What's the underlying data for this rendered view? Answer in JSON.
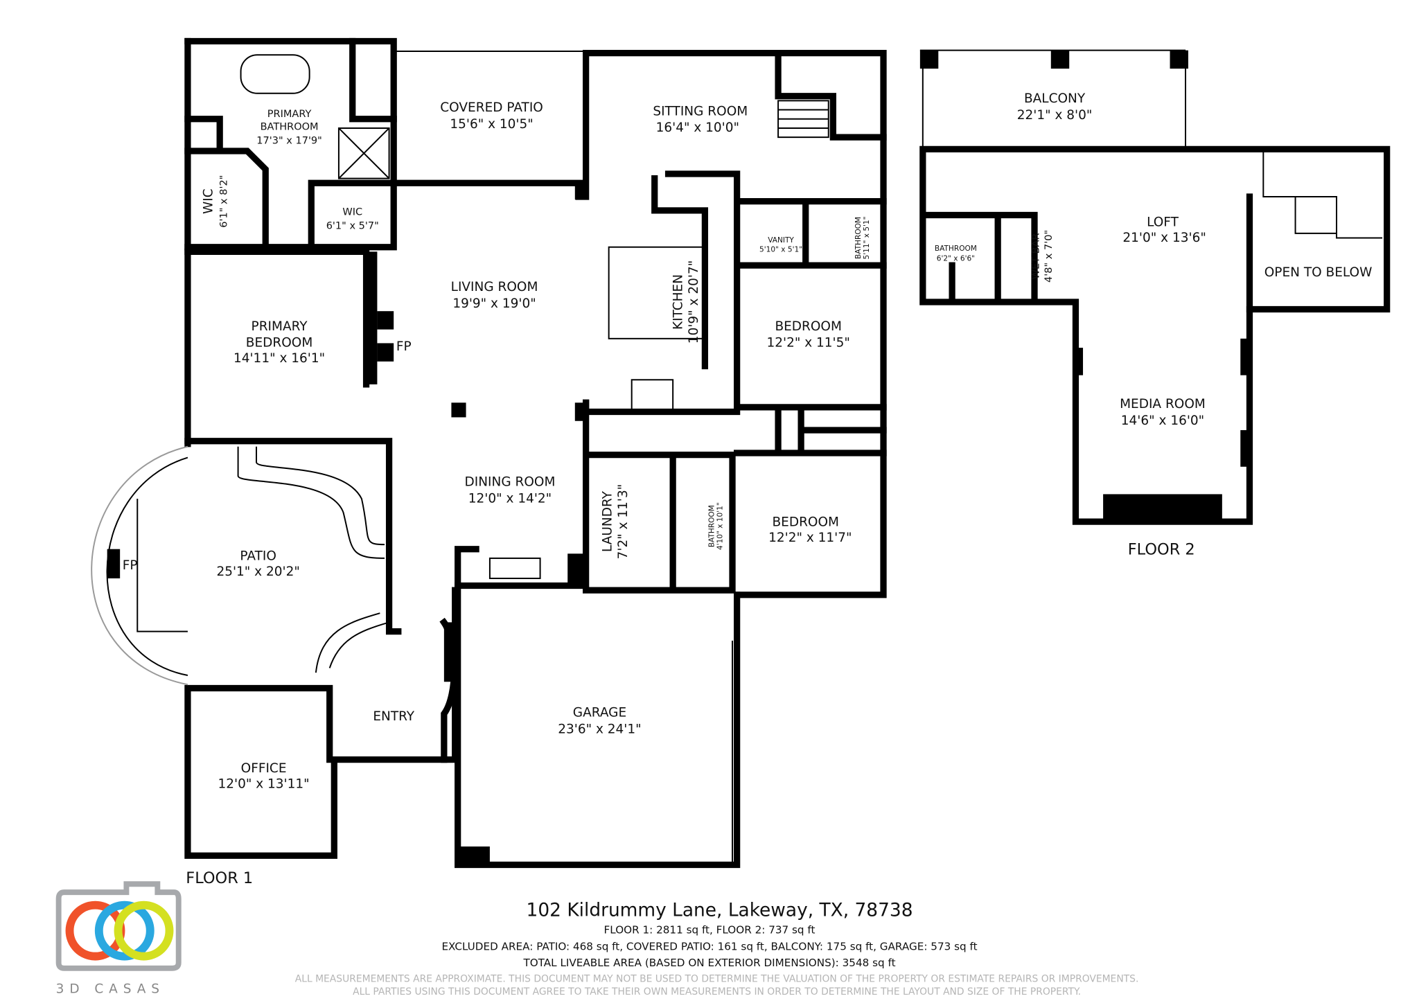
{
  "floor1": {
    "label": "FLOOR 1",
    "rooms": [
      {
        "name": "PRIMARY",
        "name2": "BATHROOM",
        "dims": "17'3\" x 17'9\""
      },
      {
        "name": "COVERED PATIO",
        "dims": "15'6\" x 10'5\""
      },
      {
        "name": "SITTING ROOM",
        "dims": "16'4\" x 10'0\""
      },
      {
        "name": "WIC",
        "dims": "6'1\" x 8'2\""
      },
      {
        "name": "WIC",
        "dims": "6'1\" x 5'7\""
      },
      {
        "name": "VANITY",
        "dims": "5'10\" x 5'1\""
      },
      {
        "name": "BATHROOM",
        "dims": "5'11\" x 5'1\""
      },
      {
        "name": "LIVING ROOM",
        "dims": "19'9\" x 19'0\""
      },
      {
        "name": "KITCHEN",
        "dims": "10'9\" x 20'7\""
      },
      {
        "name": "PRIMARY",
        "name2": "BEDROOM",
        "dims": "14'11\" x 16'1\""
      },
      {
        "name": "BEDROOM",
        "dims": "12'2\" x 11'5\""
      },
      {
        "name": "DINING ROOM",
        "dims": "12'0\" x 14'2\""
      },
      {
        "name": "LAUNDRY",
        "dims": "7'2\" x 11'3\""
      },
      {
        "name": "BATHROOM",
        "dims": "4'10\" x 10'1\""
      },
      {
        "name": "BEDROOM",
        "dims": "12'2\" x 11'7\""
      },
      {
        "name": "PATIO",
        "dims": "25'1\" x 20'2\""
      },
      {
        "name": "ENTRY"
      },
      {
        "name": "GARAGE",
        "dims": "23'6\" x 24'1\""
      },
      {
        "name": "OFFICE",
        "dims": "12'0\" x 13'11\""
      }
    ],
    "fireplace_labels": [
      "FP",
      "FP"
    ]
  },
  "floor2": {
    "label": "FLOOR 2",
    "rooms": [
      {
        "name": "BALCONY",
        "dims": "22'1\" x 8'0\""
      },
      {
        "name": "LOFT",
        "dims": "21'0\" x 13'6\""
      },
      {
        "name": "BATHROOM",
        "dims": "6'2\" x 6'6\""
      },
      {
        "name": "WET BAR",
        "dims": "4'8\" x 7'0\""
      },
      {
        "name": "OPEN TO BELOW"
      },
      {
        "name": "MEDIA ROOM",
        "dims": "14'6\" x 16'0\""
      }
    ]
  },
  "footer": {
    "address": "102 Kildrummy Lane, Lakeway, TX, 78738",
    "floor_areas": "FLOOR 1: 2811 sq ft, FLOOR 2: 737 sq ft",
    "excluded": "EXCLUDED AREA: PATIO: 468 sq ft,  COVERED PATIO: 161 sq ft, BALCONY: 175 sq ft, GARAGE: 573 sq ft",
    "total": "TOTAL LIVEABLE AREA (BASED ON EXTERIOR DIMENSIONS): 3548 sq ft",
    "disclaimer1": "ALL MEASUREMEMENTS ARE APPROXIMATE. THIS DOCUMENT MAY NOT BE USED TO DETERMINE THE VALUATION OF THE PROPERTY OR ESTIMATE REPAIRS OR IMPROVEMENTS.",
    "disclaimer2": "ALL PARTIES USING THIS DOCUMENT AGREE TO TAKE THEIR OWN MEASUREMENTS IN ORDER TO DETERMINE THE LAYOUT AND SIZE OF THE PROPERTY."
  },
  "logo": {
    "text": "3D CASAS",
    "colors": {
      "frame": "#a7a9ac",
      "red": "#f0522a",
      "blue": "#2aa8e0",
      "yellow": "#d4e021"
    }
  }
}
